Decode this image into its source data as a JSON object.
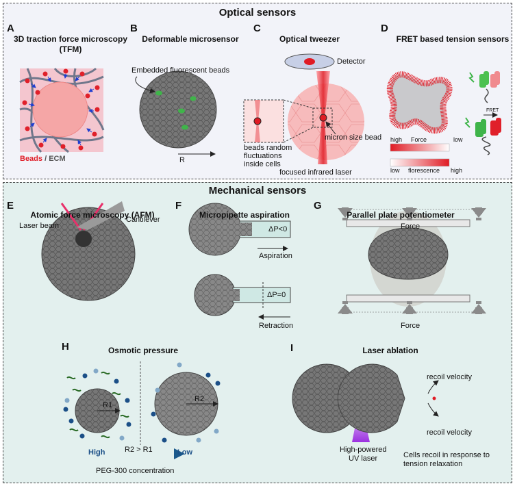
{
  "headers": {
    "optical": "Optical sensors",
    "mechanical": "Mechanical sensors"
  },
  "panels": {
    "A": {
      "letter": "A",
      "title_line1": "3D traction force microscopy",
      "title_line2": "(TFM)",
      "legend_beads": "Beads",
      "legend_sep": " / ",
      "legend_ecm": "ECM"
    },
    "B": {
      "letter": "B",
      "title": "Deformable microsensor",
      "beads_label": "Embedded fluorescent beads",
      "radius_label": "R"
    },
    "C": {
      "letter": "C",
      "title": "Optical tweezer",
      "detector_label": "Detector",
      "bead_label": "micron size bead",
      "fluct_line1": "beads random",
      "fluct_line2": "fluctuations",
      "fluct_line3": "inside cells",
      "laser_label": "focused infrared laser"
    },
    "D": {
      "letter": "D",
      "title": "FRET based tension sensors",
      "force_label": "Force",
      "high1": "high",
      "low1": "low",
      "low2": "low",
      "florescence": "florescence",
      "high2": "high",
      "fret": "FRET"
    },
    "E": {
      "letter": "E",
      "title": "Atomic force microscopy (AFM)",
      "laser_label": "Laser beam",
      "cantilever_label": "Cantilever"
    },
    "F": {
      "letter": "F",
      "title": "Micropipette aspiration",
      "dp1": "ΔP<0",
      "aspiration": "Aspiration",
      "dp2": "ΔP=0",
      "retraction": "Retraction"
    },
    "G": {
      "letter": "G",
      "title": "Parallel plate potentiometer",
      "force_top": "Force",
      "force_bottom": "Force"
    },
    "H": {
      "letter": "H",
      "title": "Osmotic pressure",
      "r1": "R1",
      "r2": "R2",
      "high": "High",
      "relation": "R2 > R1",
      "low": "Low",
      "concentration": "PEG-300 concentration"
    },
    "I": {
      "letter": "I",
      "title": "Laser ablation",
      "recoil1": "recoil velocity",
      "recoil2": "recoil velocity",
      "uv_line1": "High-powered",
      "uv_line2": "UV laser",
      "recoil_line1": "Cells recoil in response to",
      "recoil_line2": "tension relaxation"
    }
  },
  "colors": {
    "optical_bg": "#f2f3f9",
    "mechanical_bg": "#e3f0ee",
    "cell_gray": "#707070",
    "bead_red": "#e0202a",
    "bead_green": "#3fb44a",
    "laser_red": "#e01b24",
    "uv_purple": "#a043e0",
    "low_blue": "#1b5a8c"
  }
}
